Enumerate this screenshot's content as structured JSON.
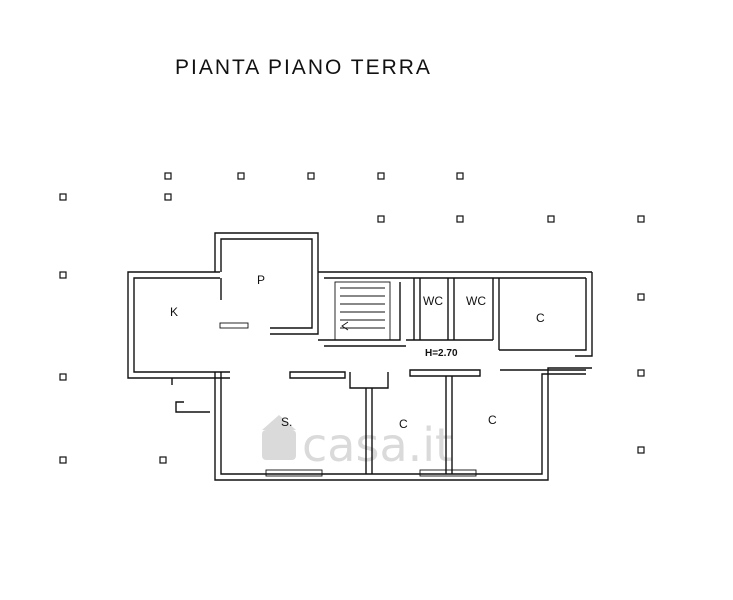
{
  "title": "PIANTA PIANO TERRA",
  "height_note": "H=2.70",
  "watermark": "casa.it",
  "rooms": {
    "kitchen": "K",
    "pantry": "P",
    "wc1": "WC",
    "wc2": "WC",
    "bedroom_right": "C",
    "living": "S.",
    "bedroom_center": "C",
    "bedroom_lower_right": "C"
  }
}
